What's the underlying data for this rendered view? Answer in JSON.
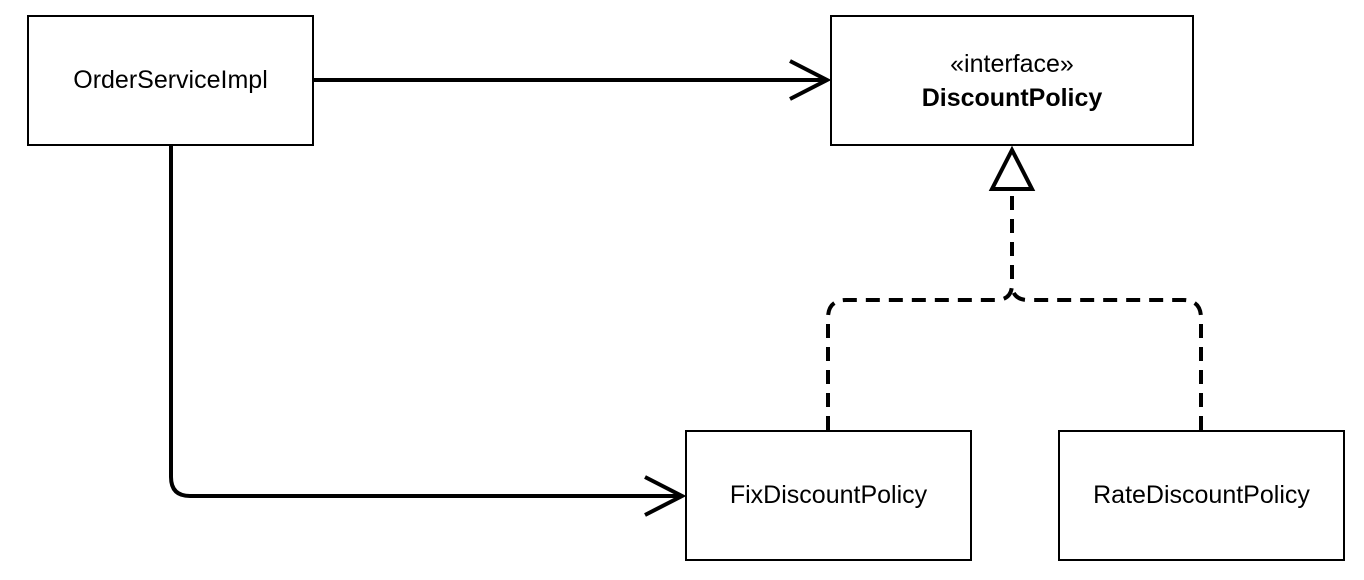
{
  "diagram": {
    "classes": {
      "order_service": {
        "name": "OrderServiceImpl"
      },
      "discount_policy": {
        "stereotype": "«interface»",
        "name": "DiscountPolicy"
      },
      "fix_policy": {
        "name": "FixDiscountPolicy"
      },
      "rate_policy": {
        "name": "RateDiscountPolicy"
      }
    },
    "relations": [
      {
        "from": "OrderServiceImpl",
        "to": "DiscountPolicy",
        "type": "association"
      },
      {
        "from": "OrderServiceImpl",
        "to": "FixDiscountPolicy",
        "type": "association"
      },
      {
        "from": "FixDiscountPolicy",
        "to": "DiscountPolicy",
        "type": "realization"
      },
      {
        "from": "RateDiscountPolicy",
        "to": "DiscountPolicy",
        "type": "realization"
      }
    ],
    "colors": {
      "stroke": "#000000",
      "background": "#ffffff"
    }
  }
}
